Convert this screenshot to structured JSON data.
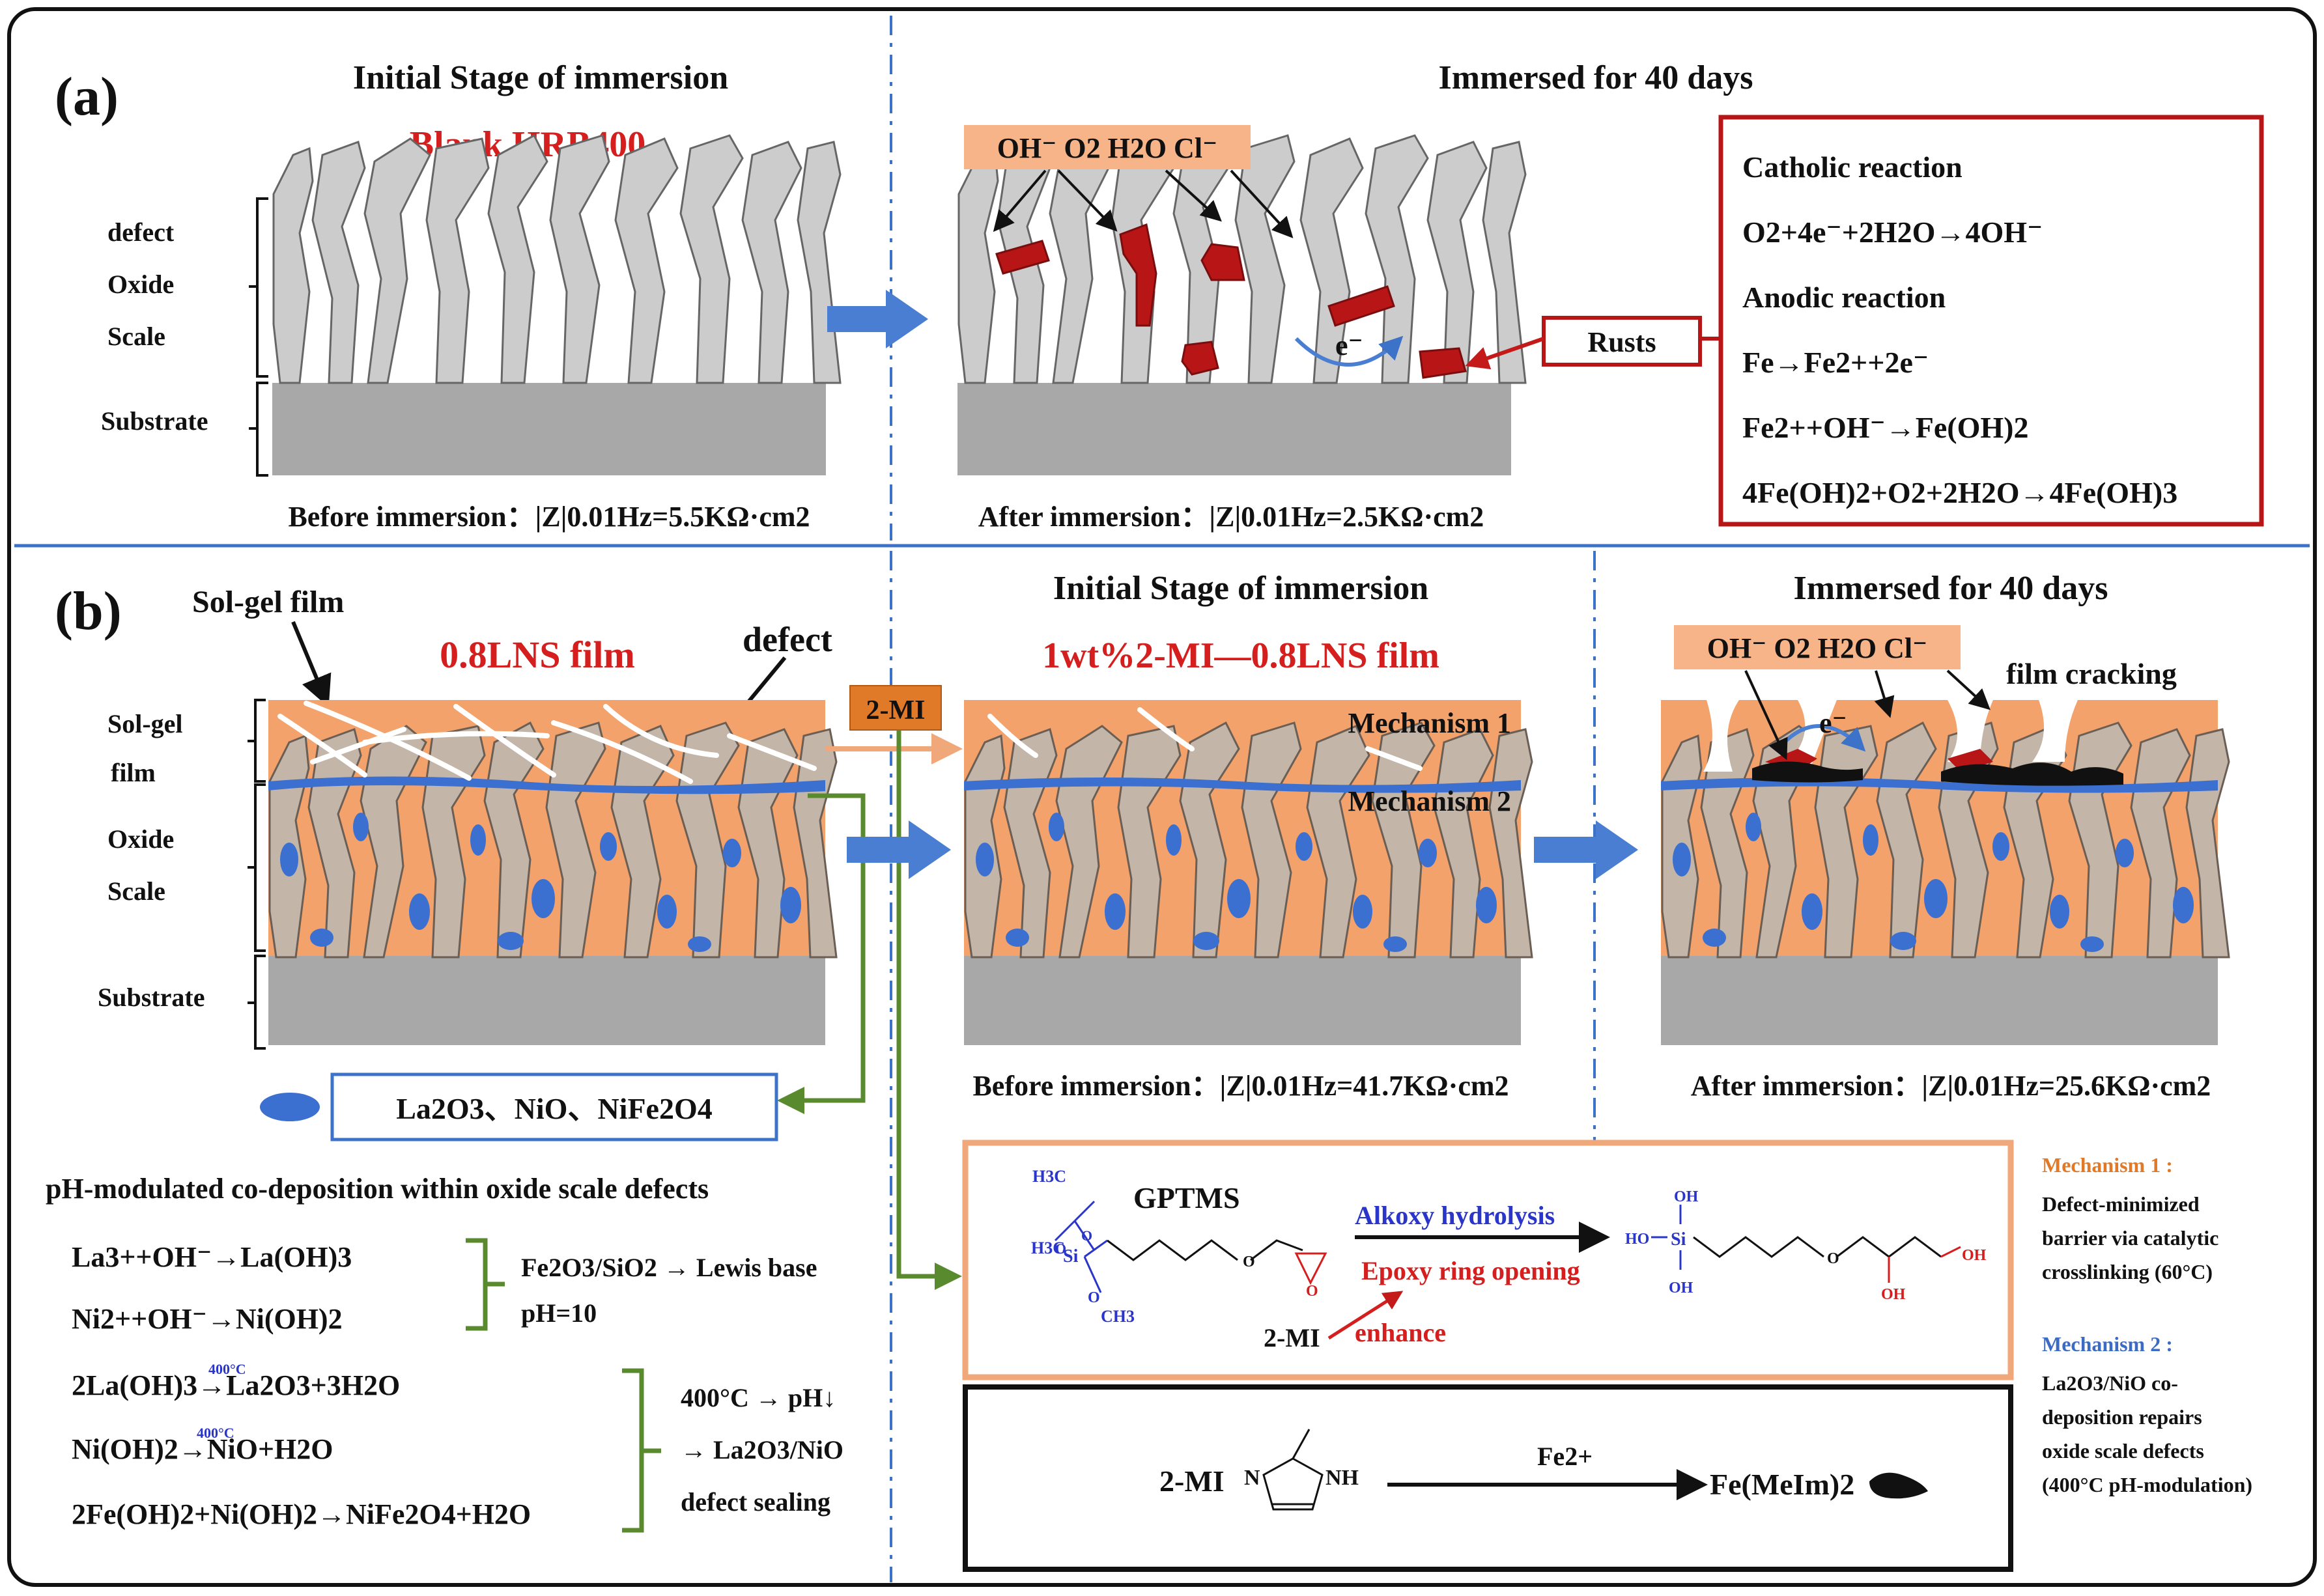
{
  "panel_a": {
    "label": "(a)",
    "left_title": "Initial Stage of immersion",
    "left_subtitle": "Blank HRB400",
    "right_title": "Immersed for 40 days",
    "layer_labels": [
      "defect",
      "Oxide",
      "Scale",
      "Substrate"
    ],
    "before_caption": "Before immersion：|Z|0.01Hz=5.5KΩ·cm2",
    "after_caption": "After immersion：|Z|0.01Hz=2.5KΩ·cm2",
    "ions": "OH⁻  O2  H2O  Cl⁻",
    "electron": "e⁻",
    "rusts": "Rusts",
    "reactions": {
      "cathodic_title": "Catholic reaction",
      "cathodic_eq": "O2+4e⁻+2H2O→4OH⁻",
      "anodic_title": "Anodic reaction",
      "anodic_eq1": "Fe→Fe2++2e⁻",
      "anodic_eq2": "Fe2++OH⁻→Fe(OH)2",
      "anodic_eq3": "4Fe(OH)2+O2+2H2O→4Fe(OH)3"
    }
  },
  "panel_b": {
    "label": "(b)",
    "solgel_label": "Sol-gel film",
    "film_name": "0.8LNS film",
    "defect_label": "defect",
    "layer_labels": [
      "Sol-gel",
      "film",
      "Oxide",
      "Scale",
      "Substrate"
    ],
    "mi_tag": "2-MI",
    "mid_title": "Initial Stage of immersion",
    "mid_subtitle": "1wt%2-MI—0.8LNS film",
    "mechanism1": "Mechanism 1",
    "mechanism2": "Mechanism 2",
    "right_title": "Immersed for 40 days",
    "ions": "OH⁻  O2  H2O  Cl⁻",
    "film_cracking": "film cracking",
    "electron": "e⁻",
    "before_caption": "Before immersion：|Z|0.01Hz=41.7KΩ·cm2",
    "after_caption": "After immersion：|Z|0.01Hz=25.6KΩ·cm2",
    "products": "La2O3、NiO、NiFe2O4",
    "codep_title": "pH-modulated co-deposition within oxide scale defects",
    "eq1": "La3++OH⁻→La(OH)3",
    "eq2": "Ni2++OH⁻→Ni(OH)2",
    "cond1a": "Fe2O3/SiO2 → Lewis base",
    "cond1b": "pH=10",
    "eq3": "2La(OH)3→La2O3+3H2O",
    "eq4": "Ni(OH)2→NiO+H2O",
    "eq5": "2Fe(OH)2+Ni(OH)2→NiFe2O4+H2O",
    "temp": "400°C",
    "cond2a": "400°C → pH↓",
    "cond2b": "→ La2O3/NiO",
    "cond2c": "defect sealing",
    "gptms": "GPTMS",
    "alkoxy": "Alkoxy hydrolysis",
    "epoxy": "Epoxy ring opening",
    "mi_enhance": "2-MI",
    "enhance": "enhance",
    "mi_left": "2-MI",
    "fe_label": "Fe2+",
    "product_fe": "Fe(MeIm)2",
    "mech1_title": "Mechanism 1 :",
    "mech1_body": [
      "Defect-minimized",
      "barrier via catalytic",
      "crosslinking (60°C)"
    ],
    "mech2_title": "Mechanism 2 :",
    "mech2_body": [
      "La2O3/NiO co-",
      "deposition repairs",
      "oxide scale defects",
      "(400°C pH-modulation)"
    ]
  }
}
